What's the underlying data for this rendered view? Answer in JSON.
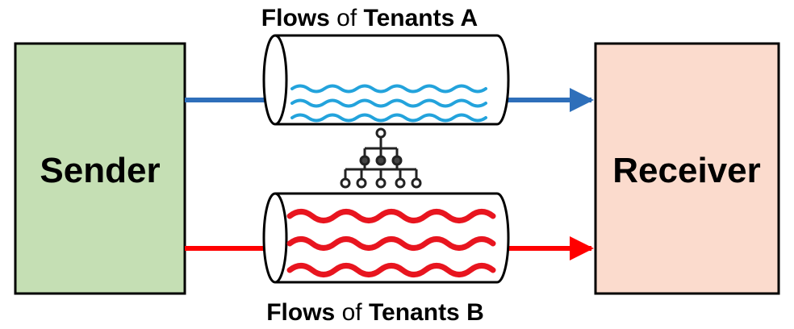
{
  "sender": {
    "label": "Sender",
    "fill": "#c5dfb4",
    "stroke": "#000000"
  },
  "receiver": {
    "label": "Receiver",
    "fill": "#fbdbcd",
    "stroke": "#000000"
  },
  "tenant_a": {
    "caption_bold_1": "Flows",
    "caption_normal": " of ",
    "caption_bold_2": "Tenants A",
    "line_color": "#2e6fba",
    "wave_color": "#23a3dc"
  },
  "tenant_b": {
    "caption_bold_1": "Flows",
    "caption_normal": " of ",
    "caption_bold_2": "Tenants B",
    "line_color": "#ff0000",
    "wave_color": "#e8151f"
  },
  "scheduler": {
    "icon": "hierarchy-tree-icon",
    "color": "#222222"
  }
}
